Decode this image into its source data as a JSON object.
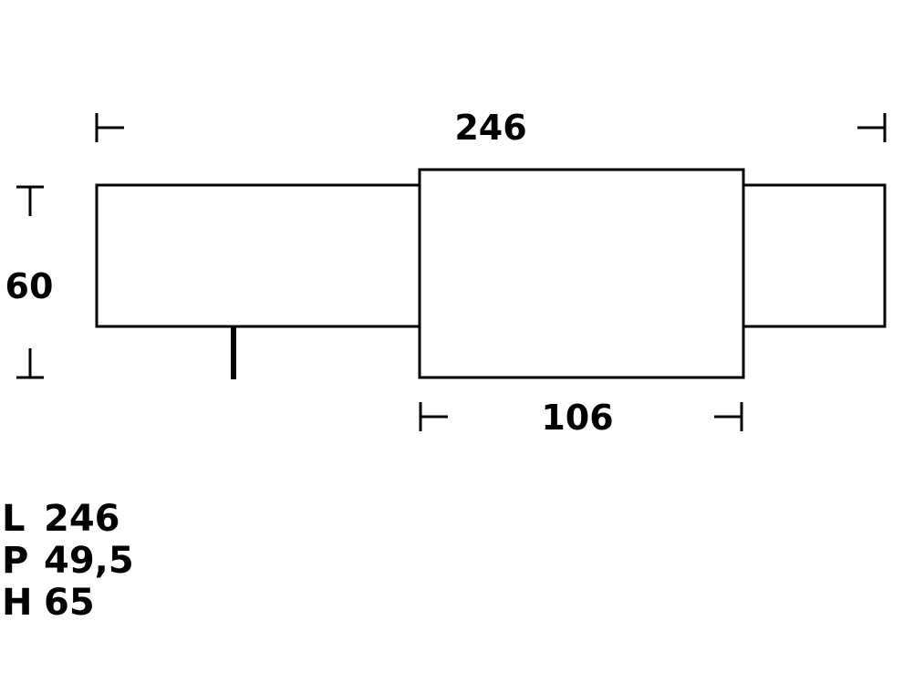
{
  "dimensions": {
    "overall_length": "246",
    "height": "60",
    "center_module_length": "106"
  },
  "specs": [
    {
      "key": "L",
      "value": "246"
    },
    {
      "key": "P",
      "value": "49,5"
    },
    {
      "key": "H",
      "value": "65"
    }
  ],
  "colors": {
    "line": "#000000",
    "background": "#ffffff"
  }
}
